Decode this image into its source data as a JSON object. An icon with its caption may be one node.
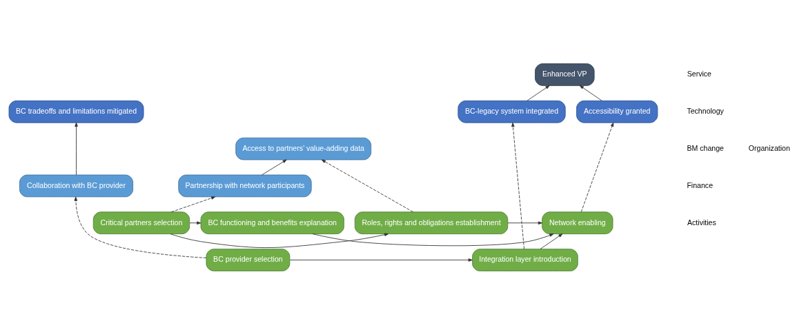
{
  "diagram": {
    "nodes": [
      {
        "text": [
          "Enhanced VP"
        ]
      },
      {
        "text": [
          "BC-legacy system integrated"
        ]
      },
      {
        "text": [
          "BC tradeoffs and limitations mitigated"
        ]
      },
      {
        "text": [
          "Accessibility granted"
        ]
      },
      {
        "text": [
          "Access to partners’ value-adding data"
        ]
      },
      {
        "text": [
          "Collaboration with BC provider"
        ]
      },
      {
        "text": [
          "Partnership with network participants"
        ]
      },
      {
        "text": [
          "Critical partners selection"
        ]
      },
      {
        "text": [
          "Roles, rights and obligations establishment"
        ]
      },
      {
        "text": [
          "BC functioning and benefits explanation"
        ]
      },
      {
        "text": [
          "Network enabling"
        ]
      },
      {
        "text": [
          "BC provider selection"
        ]
      },
      {
        "text": [
          "Integration layer introduction"
        ]
      }
    ],
    "edges": [
      {
        "from": 1,
        "to": 0,
        "arrow": "to"
      },
      {
        "from": 3,
        "to": 0,
        "arrow": "to"
      },
      {
        "from": 5,
        "to": 2,
        "arrow": "to"
      },
      {
        "from": 6,
        "to": 4,
        "arrow": "to"
      },
      {
        "from": 7,
        "to": 8,
        "arrow": "to"
      },
      {
        "from": 7,
        "to": 9,
        "arrow": "to"
      },
      {
        "from": 8,
        "to": 10,
        "arrow": "to"
      },
      {
        "from": 9,
        "to": 10,
        "arrow": "to"
      },
      {
        "from": 12,
        "to": 10,
        "arrow": "to"
      },
      {
        "from": 11,
        "to": 12,
        "arrow": "to"
      },
      {
        "from": 11,
        "to": 5,
        "arrow": "to",
        "style": "dashed"
      },
      {
        "from": 7,
        "to": 6,
        "arrow": "to",
        "style": "dashed"
      },
      {
        "from": 8,
        "to": 4,
        "arrow": "to",
        "style": "dashed"
      },
      {
        "from": 12,
        "to": 1,
        "arrow": "to",
        "style": "dashed"
      },
      {
        "from": 10,
        "to": 3,
        "arrow": "to",
        "style": "dashed"
      }
    ],
    "labels": [
      "Service",
      "Technology",
      "BM change",
      "Organization",
      "Finance",
      "Activities"
    ]
  }
}
